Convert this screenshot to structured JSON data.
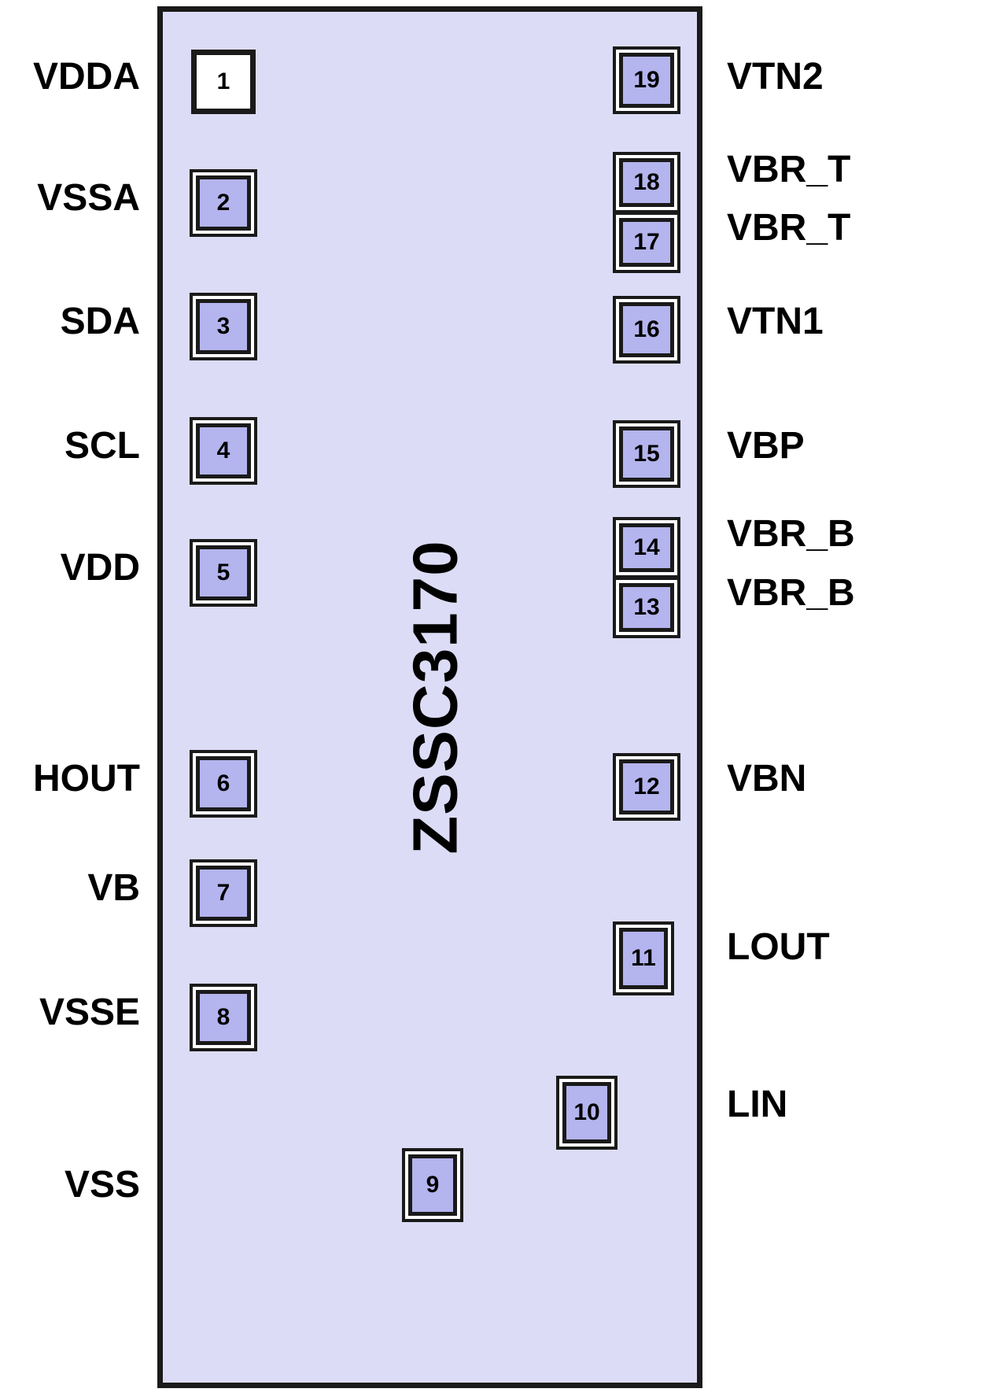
{
  "diagram": {
    "part_name": "ZSSC3170",
    "package_outline_color": "#1a1a1a",
    "body_fill_color": "#dcdcf7",
    "pad_fill_color": "#b4b4ee",
    "pin1_fill_color": "#ffffff",
    "total_pins": 19
  },
  "pins": {
    "left": [
      {
        "number": "1",
        "label": "VDDA"
      },
      {
        "number": "2",
        "label": "VSSA"
      },
      {
        "number": "3",
        "label": "SDA"
      },
      {
        "number": "4",
        "label": "SCL"
      },
      {
        "number": "5",
        "label": "VDD"
      },
      {
        "number": "6",
        "label": "HOUT"
      },
      {
        "number": "7",
        "label": "VB"
      },
      {
        "number": "8",
        "label": "VSSE"
      }
    ],
    "bottom": [
      {
        "number": "9",
        "label": "VSS"
      },
      {
        "number": "10",
        "label": "LIN"
      }
    ],
    "right": [
      {
        "number": "11",
        "label": "LOUT"
      },
      {
        "number": "12",
        "label": "VBN"
      },
      {
        "number": "13",
        "label": "VBR_B"
      },
      {
        "number": "14",
        "label": "VBR_B"
      },
      {
        "number": "15",
        "label": "VBP"
      },
      {
        "number": "16",
        "label": "VTN1"
      },
      {
        "number": "17",
        "label": "VBR_T"
      },
      {
        "number": "18",
        "label": "VBR_T"
      },
      {
        "number": "19",
        "label": "VTN2"
      }
    ]
  }
}
